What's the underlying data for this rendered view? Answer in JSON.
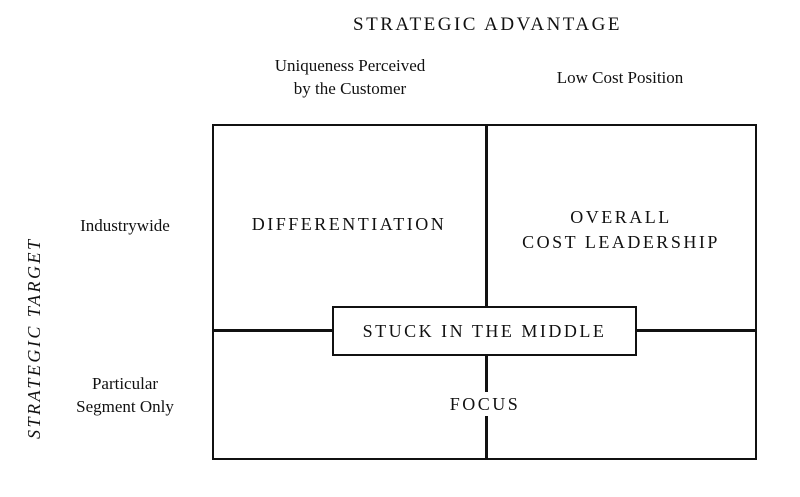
{
  "top_axis": {
    "title": "STRATEGIC ADVANTAGE",
    "columns": [
      {
        "line1": "Uniqueness Perceived",
        "line2": "by the Customer"
      },
      {
        "line1": "Low Cost Position"
      }
    ]
  },
  "side_axis": {
    "title": "STRATEGIC TARGET",
    "rows": [
      {
        "line1": "Industrywide"
      },
      {
        "line1": "Particular",
        "line2": "Segment Only"
      }
    ]
  },
  "cells": {
    "differentiation": "DIFFERENTIATION",
    "cost_leadership": {
      "line1": "OVERALL",
      "line2": "COST LEADERSHIP"
    },
    "focus": "FOCUS",
    "stuck": "STUCK IN THE MIDDLE"
  }
}
